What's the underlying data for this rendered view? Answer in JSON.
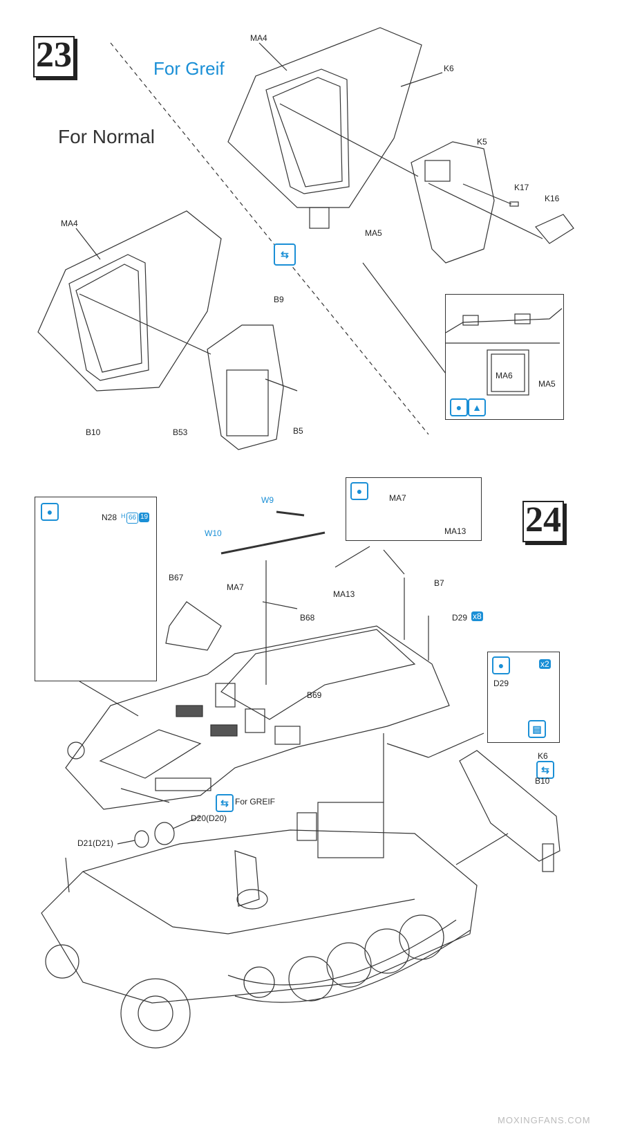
{
  "steps": {
    "step23": "23",
    "step24": "24"
  },
  "headings": {
    "greif": "For Greif",
    "normal": "For Normal"
  },
  "labels_step23": {
    "ma4_top": "MA4",
    "k6": "K6",
    "k5": "K5",
    "k17": "K17",
    "k16": "K16",
    "ma5_top": "MA5",
    "ma4_left": "MA4",
    "b9": "B9",
    "b10": "B10",
    "b53": "B53",
    "b5": "B5",
    "inset_ma6": "MA6",
    "inset_ma5": "MA5"
  },
  "labels_step24": {
    "n28": "N28",
    "n28_code_a": "66",
    "n28_code_b": "19",
    "n28_prefix": "H",
    "ma7_inset": "MA7",
    "ma13_inset": "MA13",
    "w9": "W9",
    "w10": "W10",
    "ma7": "MA7",
    "ma13": "MA13",
    "b68": "B68",
    "b67": "B67",
    "b7": "B7",
    "d29": "D29",
    "d29_qty": "x8",
    "d29_inset": "D29",
    "d29_inset_qty": "x2",
    "b69": "B69",
    "k6": "K6",
    "b10": "B10",
    "for_greif": "For GREIF",
    "d20": "D20(D20)",
    "d21": "D21(D21)"
  },
  "watermark": "MOXINGFANS.COM",
  "colors": {
    "accent": "#1a8fd6",
    "line": "#333333"
  }
}
